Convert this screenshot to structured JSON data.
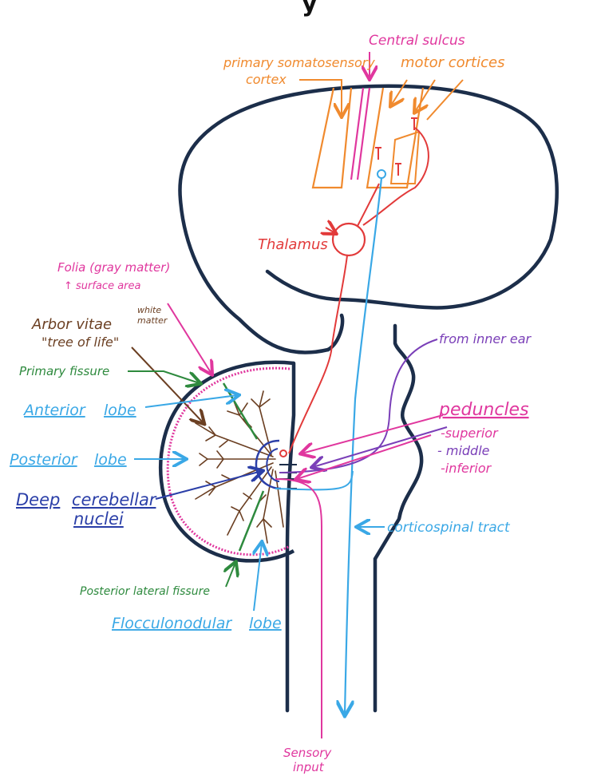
{
  "colors": {
    "outline": "#1c2e4a",
    "orange": "#f08a2e",
    "magenta": "#e0379e",
    "red": "#e23a3a",
    "blue": "#3aa8e6",
    "purple": "#7a3fb8",
    "navy": "#2b3fa8",
    "green": "#2e8a3e",
    "brown": "#6b3f22",
    "gray": "#888888"
  },
  "labels": {
    "title_fragment": "y",
    "central_sulcus": "Central sulcus",
    "primary_somatosensory_1": "primary somatosensory",
    "primary_somatosensory_2": "cortex",
    "motor_cortices": "motor cortices",
    "thalamus": "Thalamus",
    "folia_1": "Folia (gray matter)",
    "folia_2": "↑ surface area",
    "arbor_1": "Arbor vitae",
    "arbor_white": "white",
    "arbor_matter": "matter",
    "arbor_2": "\"tree of life\"",
    "primary_fissure": "Primary fissure",
    "anterior_word": "Anterior",
    "anterior_lobe": "lobe",
    "posterior_word": "Posterior",
    "posterior_lobe": "lobe",
    "deep_1": "Deep",
    "deep_2": "cerebellar",
    "deep_3": "nuclei",
    "posterior_lateral_fissure": "Posterior lateral fissure",
    "flocculo_word": "Flocculonodular",
    "flocculo_lobe": "lobe",
    "from_inner_ear": "from inner ear",
    "peduncles": "peduncles",
    "superior": "-superior",
    "middle": "- middle",
    "inferior": "-inferior",
    "corticospinal": "corticospinal tract",
    "sensory_1": "Sensory",
    "sensory_2": "input"
  }
}
